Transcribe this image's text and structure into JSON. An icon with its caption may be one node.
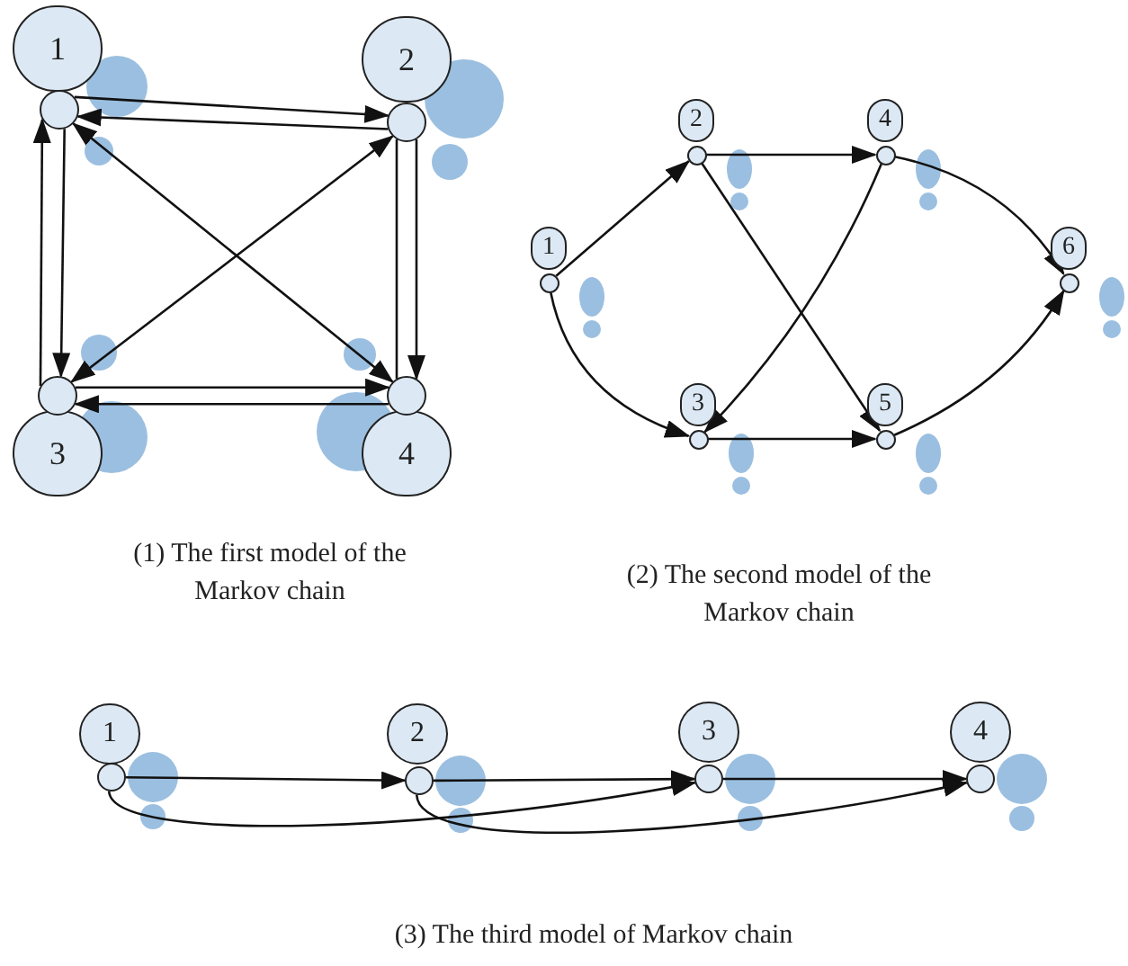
{
  "diagram": {
    "nodes": [
      {
        "text": [
          "1"
        ]
      },
      {
        "text": [],
        "shape": "circle"
      },
      {
        "text": [
          "2"
        ]
      },
      {
        "text": [],
        "shape": "circle"
      },
      {
        "text": [
          "3"
        ]
      },
      {
        "text": [],
        "shape": "circle"
      },
      {
        "text": [
          "4"
        ]
      },
      {
        "text": [],
        "shape": "circle"
      },
      {
        "text": [
          "1"
        ]
      },
      {
        "text": [],
        "shape": "circle"
      },
      {
        "text": [
          "2"
        ]
      },
      {
        "text": [],
        "shape": "circle"
      },
      {
        "text": [
          "3"
        ]
      },
      {
        "text": [],
        "shape": "circle"
      },
      {
        "text": [
          "4"
        ]
      },
      {
        "text": [],
        "shape": "circle"
      },
      {
        "text": [
          "5"
        ]
      },
      {
        "text": [],
        "shape": "circle"
      },
      {
        "text": [
          "6"
        ]
      },
      {
        "text": [],
        "shape": "circle"
      },
      {
        "text": [
          "1"
        ]
      },
      {
        "text": [],
        "shape": "circle"
      },
      {
        "text": [
          "2"
        ]
      },
      {
        "text": [],
        "shape": "circle"
      },
      {
        "text": [
          "3"
        ]
      },
      {
        "text": [],
        "shape": "circle"
      },
      {
        "text": [
          "4"
        ]
      },
      {
        "text": [],
        "shape": "circle"
      }
    ],
    "edges": [
      {
        "from": 1,
        "to": 3,
        "arrow": "to"
      },
      {
        "from": 3,
        "to": 1,
        "arrow": "to"
      },
      {
        "from": 1,
        "to": 5,
        "arrow": "to"
      },
      {
        "from": 5,
        "to": 1,
        "arrow": "to"
      },
      {
        "from": 3,
        "to": 7,
        "arrow": "to"
      },
      {
        "from": 7,
        "to": 3,
        "arrow": "none"
      },
      {
        "from": 1,
        "to": 7,
        "arrow": "both"
      },
      {
        "from": 5,
        "to": 3,
        "arrow": "both"
      },
      {
        "from": 5,
        "to": 7,
        "arrow": "to"
      },
      {
        "from": 7,
        "to": 5,
        "arrow": "to"
      },
      {
        "from": 9,
        "to": 11,
        "arrow": "to"
      },
      {
        "from": 9,
        "to": 13,
        "arrow": "to"
      },
      {
        "from": 11,
        "to": 15,
        "arrow": "to"
      },
      {
        "from": 11,
        "to": 17,
        "arrow": "to"
      },
      {
        "from": 15,
        "to": 13,
        "arrow": "to"
      },
      {
        "from": 15,
        "to": 19,
        "arrow": "to"
      },
      {
        "from": 13,
        "to": 17,
        "arrow": "to"
      },
      {
        "from": 17,
        "to": 19,
        "arrow": "to"
      },
      {
        "from": 21,
        "to": 23,
        "arrow": "to"
      },
      {
        "from": 23,
        "to": 25,
        "arrow": "to"
      },
      {
        "from": 25,
        "to": 27,
        "arrow": "to"
      },
      {
        "from": 21,
        "to": 25,
        "arrow": "to"
      },
      {
        "from": 23,
        "to": 27,
        "arrow": "to"
      }
    ],
    "labels": [
      "(1) The first model of the Markov chain",
      "(2) The second model of the Markov chain",
      "(3) The third model of Markov chain"
    ]
  }
}
